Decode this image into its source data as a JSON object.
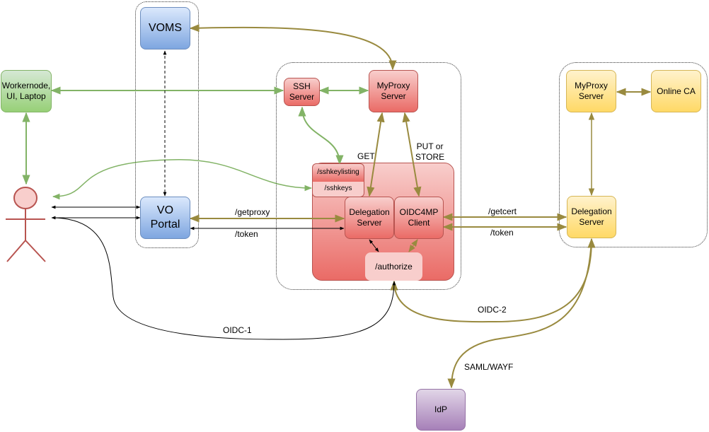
{
  "nodes": {
    "voms": "VOMS",
    "vo_portal": "VO\nPortal",
    "workernode": "Workernode,\nUI, Laptop",
    "ssh_server": "SSH\nServer",
    "myproxy_server_left": "MyProxy\nServer",
    "sshkeylisting": "/sshkeylisting",
    "sshkeys": "/sshkeys",
    "delegation_server_left": "Delegation\nServer",
    "oidc4mp_client": "OIDC4MP\nClient",
    "authorize": "/authorize",
    "myproxy_server_right": "MyProxy\nServer",
    "online_ca": "Online CA",
    "delegation_server_right": "Delegation\nServer",
    "idp": "IdP"
  },
  "labels": {
    "get": "GET",
    "put_or_store": "PUT or\nSTORE",
    "getproxy": "/getproxy",
    "token_left": "/token",
    "getcert": "/getcert",
    "token_right": "/token",
    "oidc1": "OIDC-1",
    "oidc2": "OIDC-2",
    "saml": "SAML/WAYF"
  },
  "colors": {
    "green_edge": "#82b366",
    "gold_edge": "#998a3f",
    "black_edge": "#000000",
    "actor_stroke": "#b85450",
    "actor_fill": "#f8cecc"
  }
}
